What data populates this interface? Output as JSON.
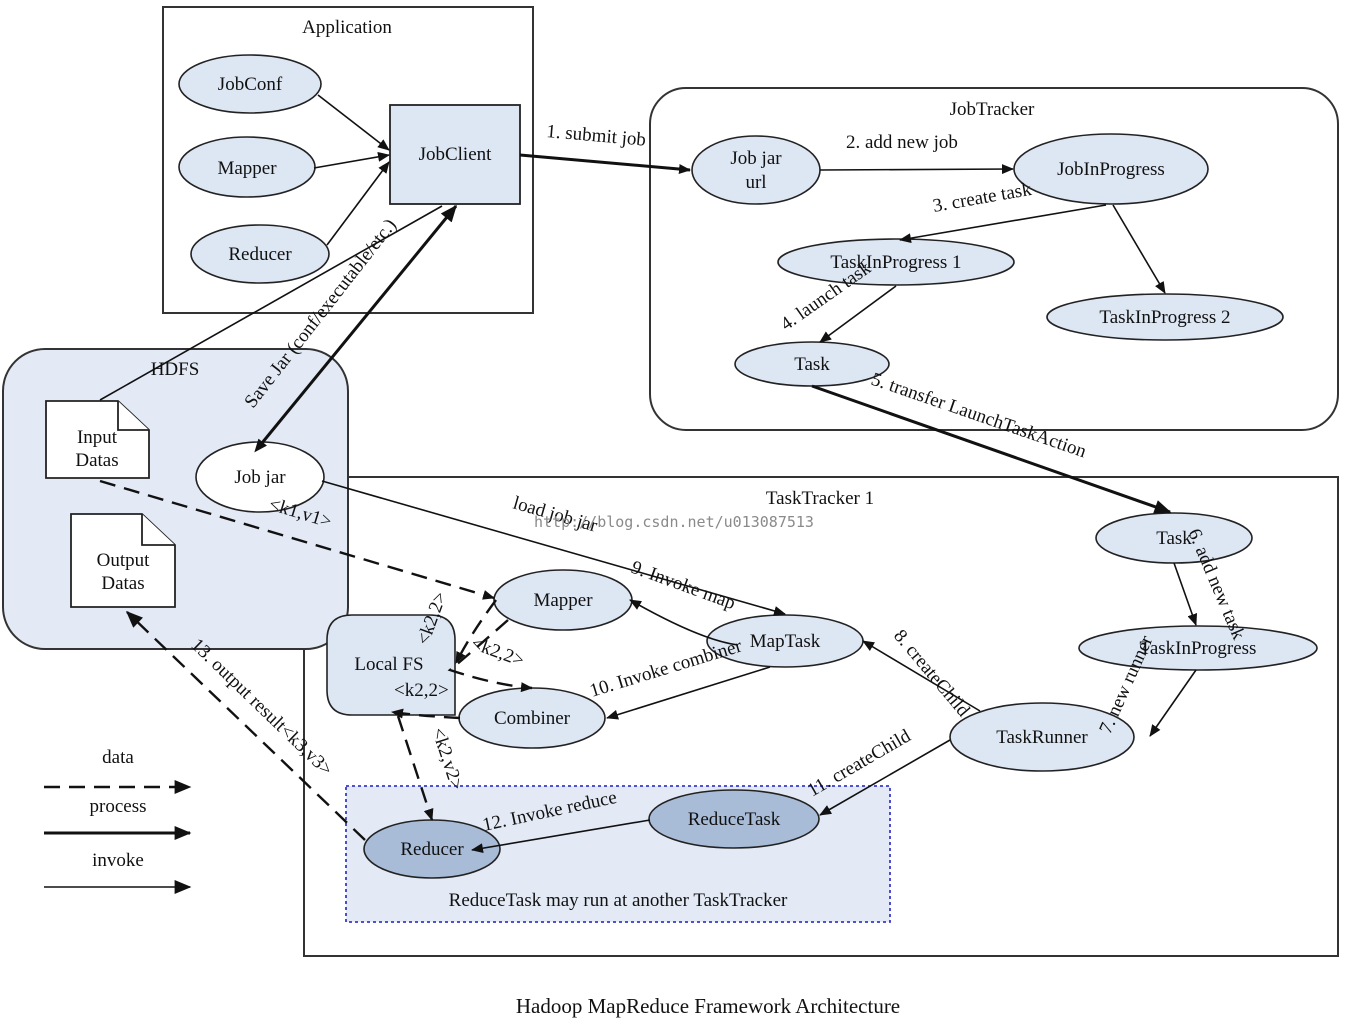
{
  "title": "Hadoop MapReduce Framework Architecture",
  "watermark": "http://blog.csdn.net/u013087513",
  "containers": {
    "application": "Application",
    "jobtracker": "JobTracker",
    "hdfs": "HDFS",
    "tasktracker": "TaskTracker 1",
    "reduce_note": "ReduceTask may run at another TaskTracker"
  },
  "nodes": {
    "jobconf": "JobConf",
    "mapper_app": "Mapper",
    "reducer_app": "Reducer",
    "jobclient": "JobClient",
    "jobjar_url_1": "Job jar",
    "jobjar_url_2": "url",
    "jobinprogress": "JobInProgress",
    "taskinprogress1": "TaskInProgress 1",
    "taskinprogress2": "TaskInProgress 2",
    "task_jt": "Task",
    "input_1": "Input",
    "input_2": "Datas",
    "output_1": "Output",
    "output_2": "Datas",
    "job_jar": "Job jar",
    "mapper": "Mapper",
    "local_fs": "Local FS",
    "combiner": "Combiner",
    "maptask": "MapTask",
    "task_tt": "Task",
    "taskinprogress_tt": "TaskInProgress",
    "taskrunner": "TaskRunner",
    "reducetask": "ReduceTask",
    "reducer": "Reducer"
  },
  "edges": {
    "e1": "1. submit job",
    "e2": "2. add new job",
    "e3": "3. create task",
    "e4": "4. launch task",
    "e5": "5. transfer LaunchTaskAction",
    "e6": "6. add new task",
    "e7": "7. new runner",
    "e8": "8. createChild",
    "e9": "9. Invoke map",
    "e10": "10. Invoke combiner",
    "e11": "11. createChild",
    "e12": "12. Invoke reduce",
    "e13": "13. output result<k3,v3>",
    "save_jar": "Save Jar (conf/executable/etc.)",
    "load_job_jar": "load job jar",
    "k1v1": "<k1,v1>",
    "k2_2a": "<k2,2>",
    "k2_2b": "<k2,2>",
    "k2_2c": "<k2,2>",
    "k2v2": "<k2,v2>"
  },
  "legend": {
    "data": "data",
    "process": "process",
    "invoke": "invoke"
  },
  "colors": {
    "node_fill": "#dde6f3",
    "node_dark_fill": "#a8bcd8",
    "container_fill": "#e3eaf5",
    "reduce_border": "#3a3ad0"
  }
}
